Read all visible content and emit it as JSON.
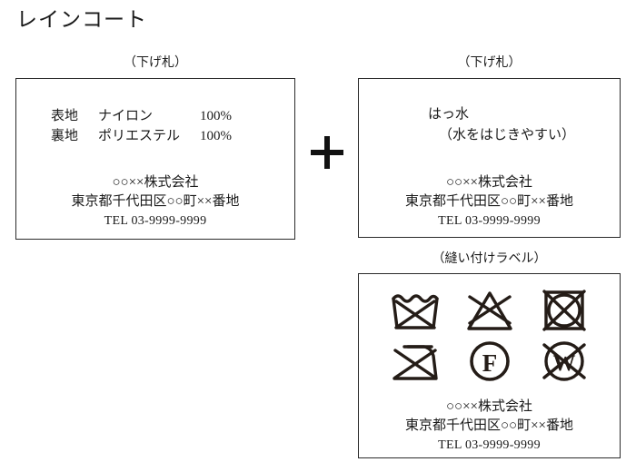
{
  "page": {
    "title": "レインコート",
    "plus_symbol": "+"
  },
  "company": {
    "name": "○○××株式会社",
    "address": "東京都千代田区○○町××番地",
    "tel": "TEL  03-9999-9999"
  },
  "tags": [
    {
      "caption": "（下げ札）",
      "fiber_rows": [
        {
          "label": "表地",
          "material": "ナイロン",
          "percent": "100%"
        },
        {
          "label": "裏地",
          "material": "ポリエステル",
          "percent": "100%"
        }
      ]
    },
    {
      "caption": "（下げ札）",
      "feature": {
        "headline": "はっ水",
        "note": "（水をはじきやすい）"
      }
    },
    {
      "caption": "（縫い付けラベル）",
      "care_symbols": [
        {
          "name": "do-not-wash-icon",
          "icon": "washtub-crossed"
        },
        {
          "name": "do-not-bleach-icon",
          "icon": "triangle-crossed"
        },
        {
          "name": "do-not-tumble-dry-icon",
          "icon": "square-circle-crossed"
        },
        {
          "name": "do-not-iron-icon",
          "icon": "iron-crossed"
        },
        {
          "name": "dry-clean-petroleum-icon",
          "icon": "circle-f"
        },
        {
          "name": "do-not-wet-clean-icon",
          "icon": "circle-w-crossed"
        }
      ]
    }
  ],
  "colors": {
    "ink": "#1a1a1a",
    "border": "#2b2b2b",
    "symbol": "#241c17"
  }
}
